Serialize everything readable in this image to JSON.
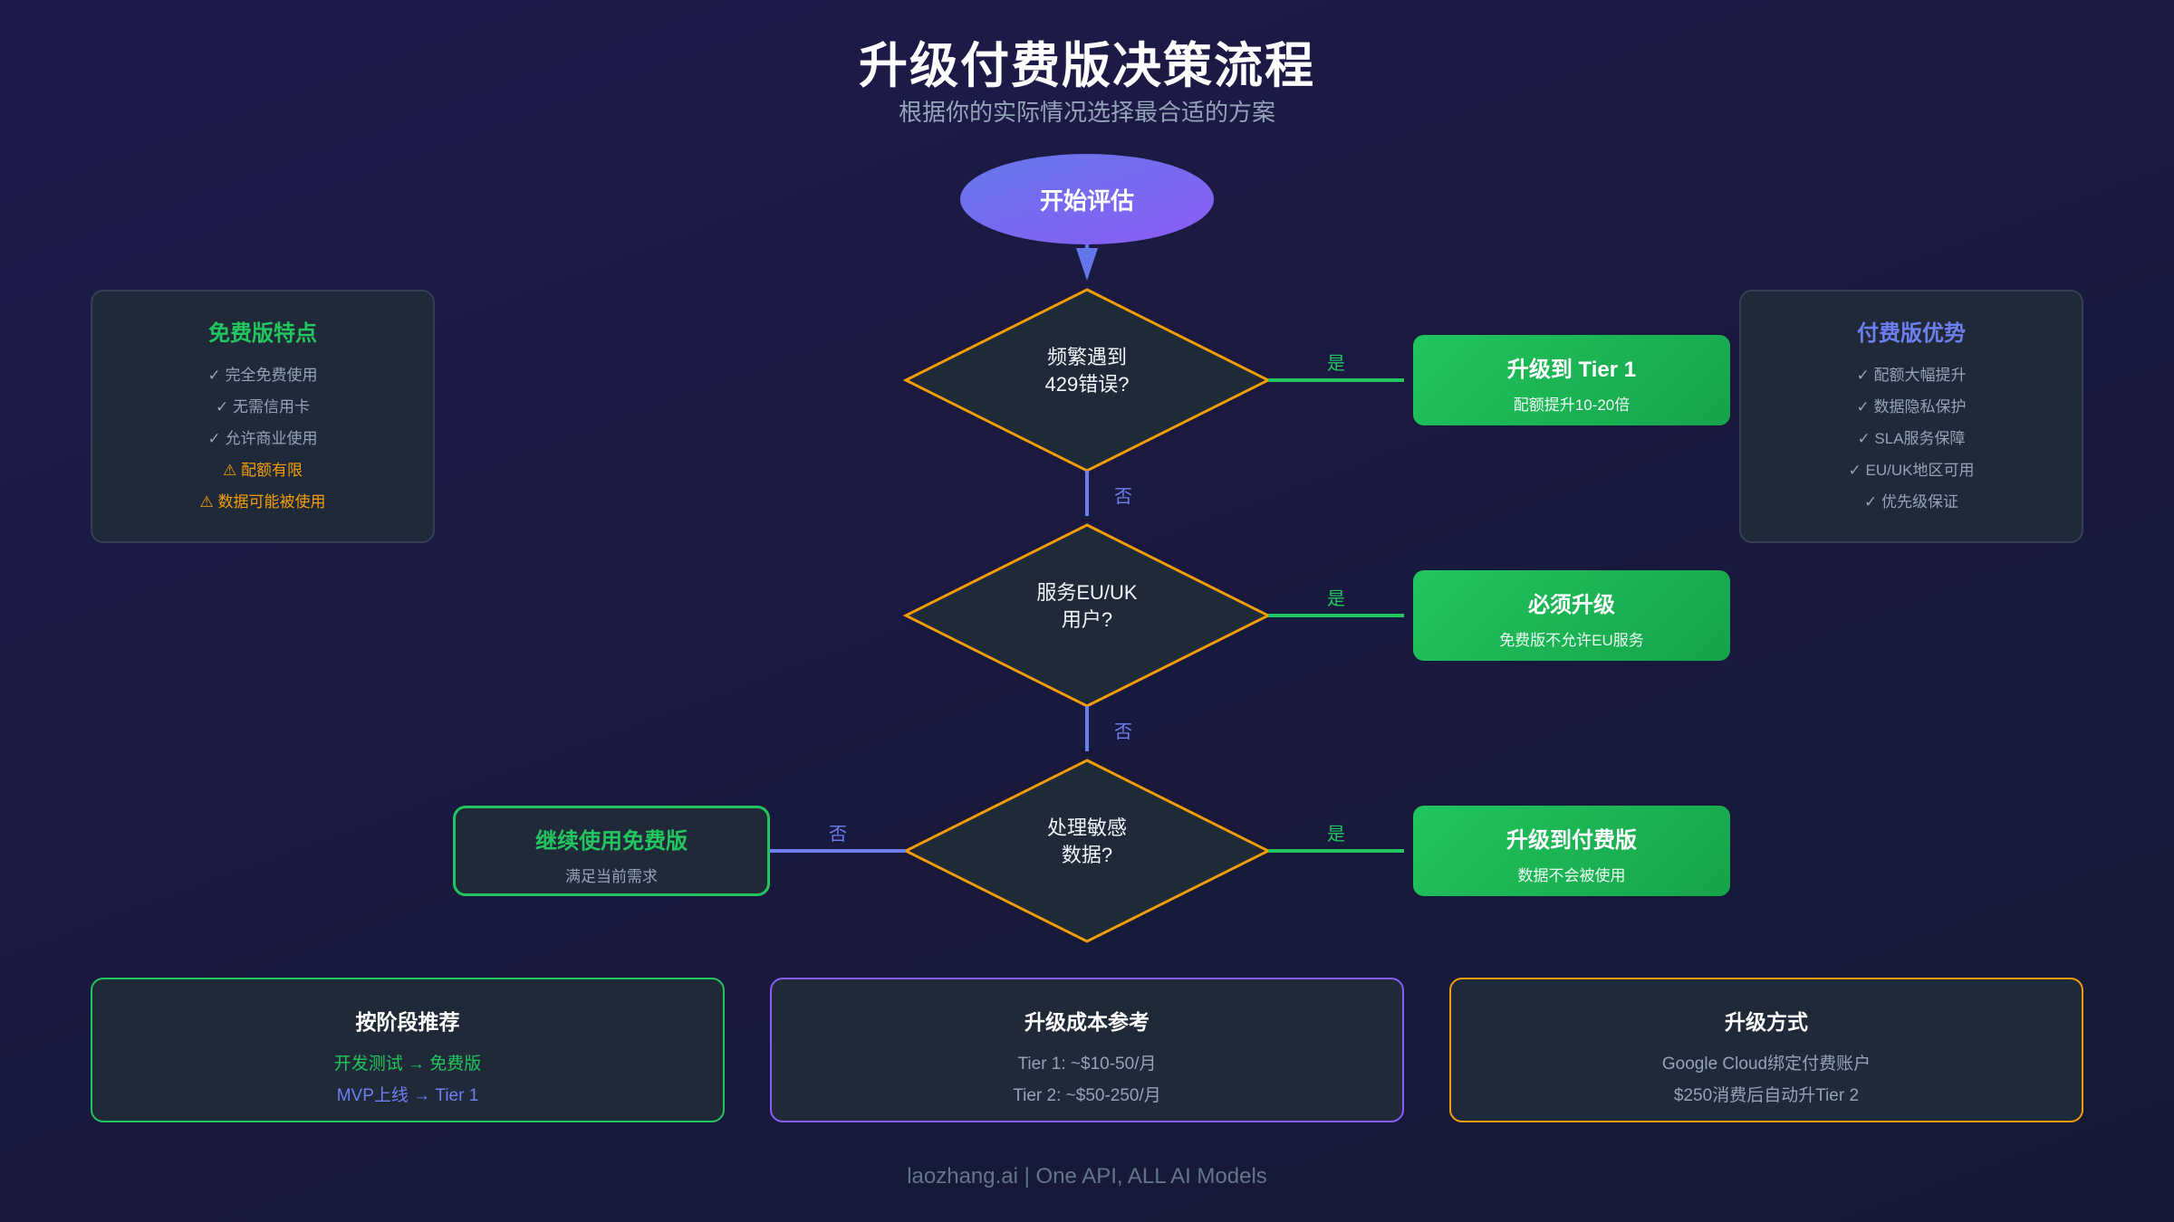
{
  "header": {
    "title": "升级付费版决策流程",
    "subtitle": "根据你的实际情况选择最合适的方案"
  },
  "colors": {
    "background_start": "#1e1b4b",
    "background_end": "#141a33",
    "yes_green": "#22c55e",
    "no_blue": "#6d7ff0",
    "diamond_border": "#f59e0b",
    "panel_bg": "#1f2937",
    "start_gradient": [
      "#6477ea",
      "#8b5cf6"
    ]
  },
  "flow": {
    "start": {
      "label": "开始评估"
    },
    "decisions": [
      {
        "line1": "频繁遇到",
        "line2": "429错误?",
        "yes_label": "是",
        "no_label": "否"
      },
      {
        "line1": "服务EU/UK",
        "line2": "用户?",
        "yes_label": "是",
        "no_label": "否"
      },
      {
        "line1": "处理敏感",
        "line2": "数据?",
        "yes_label": "是",
        "no_label": "否"
      }
    ],
    "results": [
      {
        "title": "升级到 Tier 1",
        "subtitle": "配额提升10-20倍"
      },
      {
        "title": "必须升级",
        "subtitle": "免费版不允许EU服务"
      },
      {
        "title": "升级到付费版",
        "subtitle": "数据不会被使用"
      }
    ],
    "free_result": {
      "title": "继续使用免费版",
      "subtitle": "满足当前需求"
    }
  },
  "free_panel": {
    "title": "免费版特点",
    "items": [
      {
        "icon": "check-icon",
        "text": "✓ 完全免费使用",
        "type": "pro"
      },
      {
        "icon": "check-icon",
        "text": "✓ 无需信用卡",
        "type": "pro"
      },
      {
        "icon": "check-icon",
        "text": "✓ 允许商业使用",
        "type": "pro"
      },
      {
        "icon": "warning-icon",
        "text": "⚠ 配额有限",
        "type": "warn"
      },
      {
        "icon": "warning-icon",
        "text": "⚠ 数据可能被使用",
        "type": "warn"
      }
    ]
  },
  "paid_panel": {
    "title": "付费版优势",
    "items": [
      {
        "icon": "check-icon",
        "text": "✓ 配额大幅提升"
      },
      {
        "icon": "check-icon",
        "text": "✓ 数据隐私保护"
      },
      {
        "icon": "check-icon",
        "text": "✓ SLA服务保障"
      },
      {
        "icon": "check-icon",
        "text": "✓ EU/UK地区可用"
      },
      {
        "icon": "check-icon",
        "text": "✓ 优先级保证"
      }
    ]
  },
  "bottom": [
    {
      "title": "按阶段推荐",
      "lines": [
        "开发测试 → 免费版",
        "MVP上线 → Tier 1"
      ],
      "border": "#22c55e"
    },
    {
      "title": "升级成本参考",
      "lines": [
        "Tier 1: ~$10-50/月",
        "Tier 2: ~$50-250/月"
      ],
      "border": "#8b5cf6"
    },
    {
      "title": "升级方式",
      "lines": [
        "Google Cloud绑定付费账户",
        "$250消费后自动升Tier 2"
      ],
      "border": "#f59e0b"
    }
  ],
  "footer": "laozhang.ai | One API, ALL AI Models"
}
